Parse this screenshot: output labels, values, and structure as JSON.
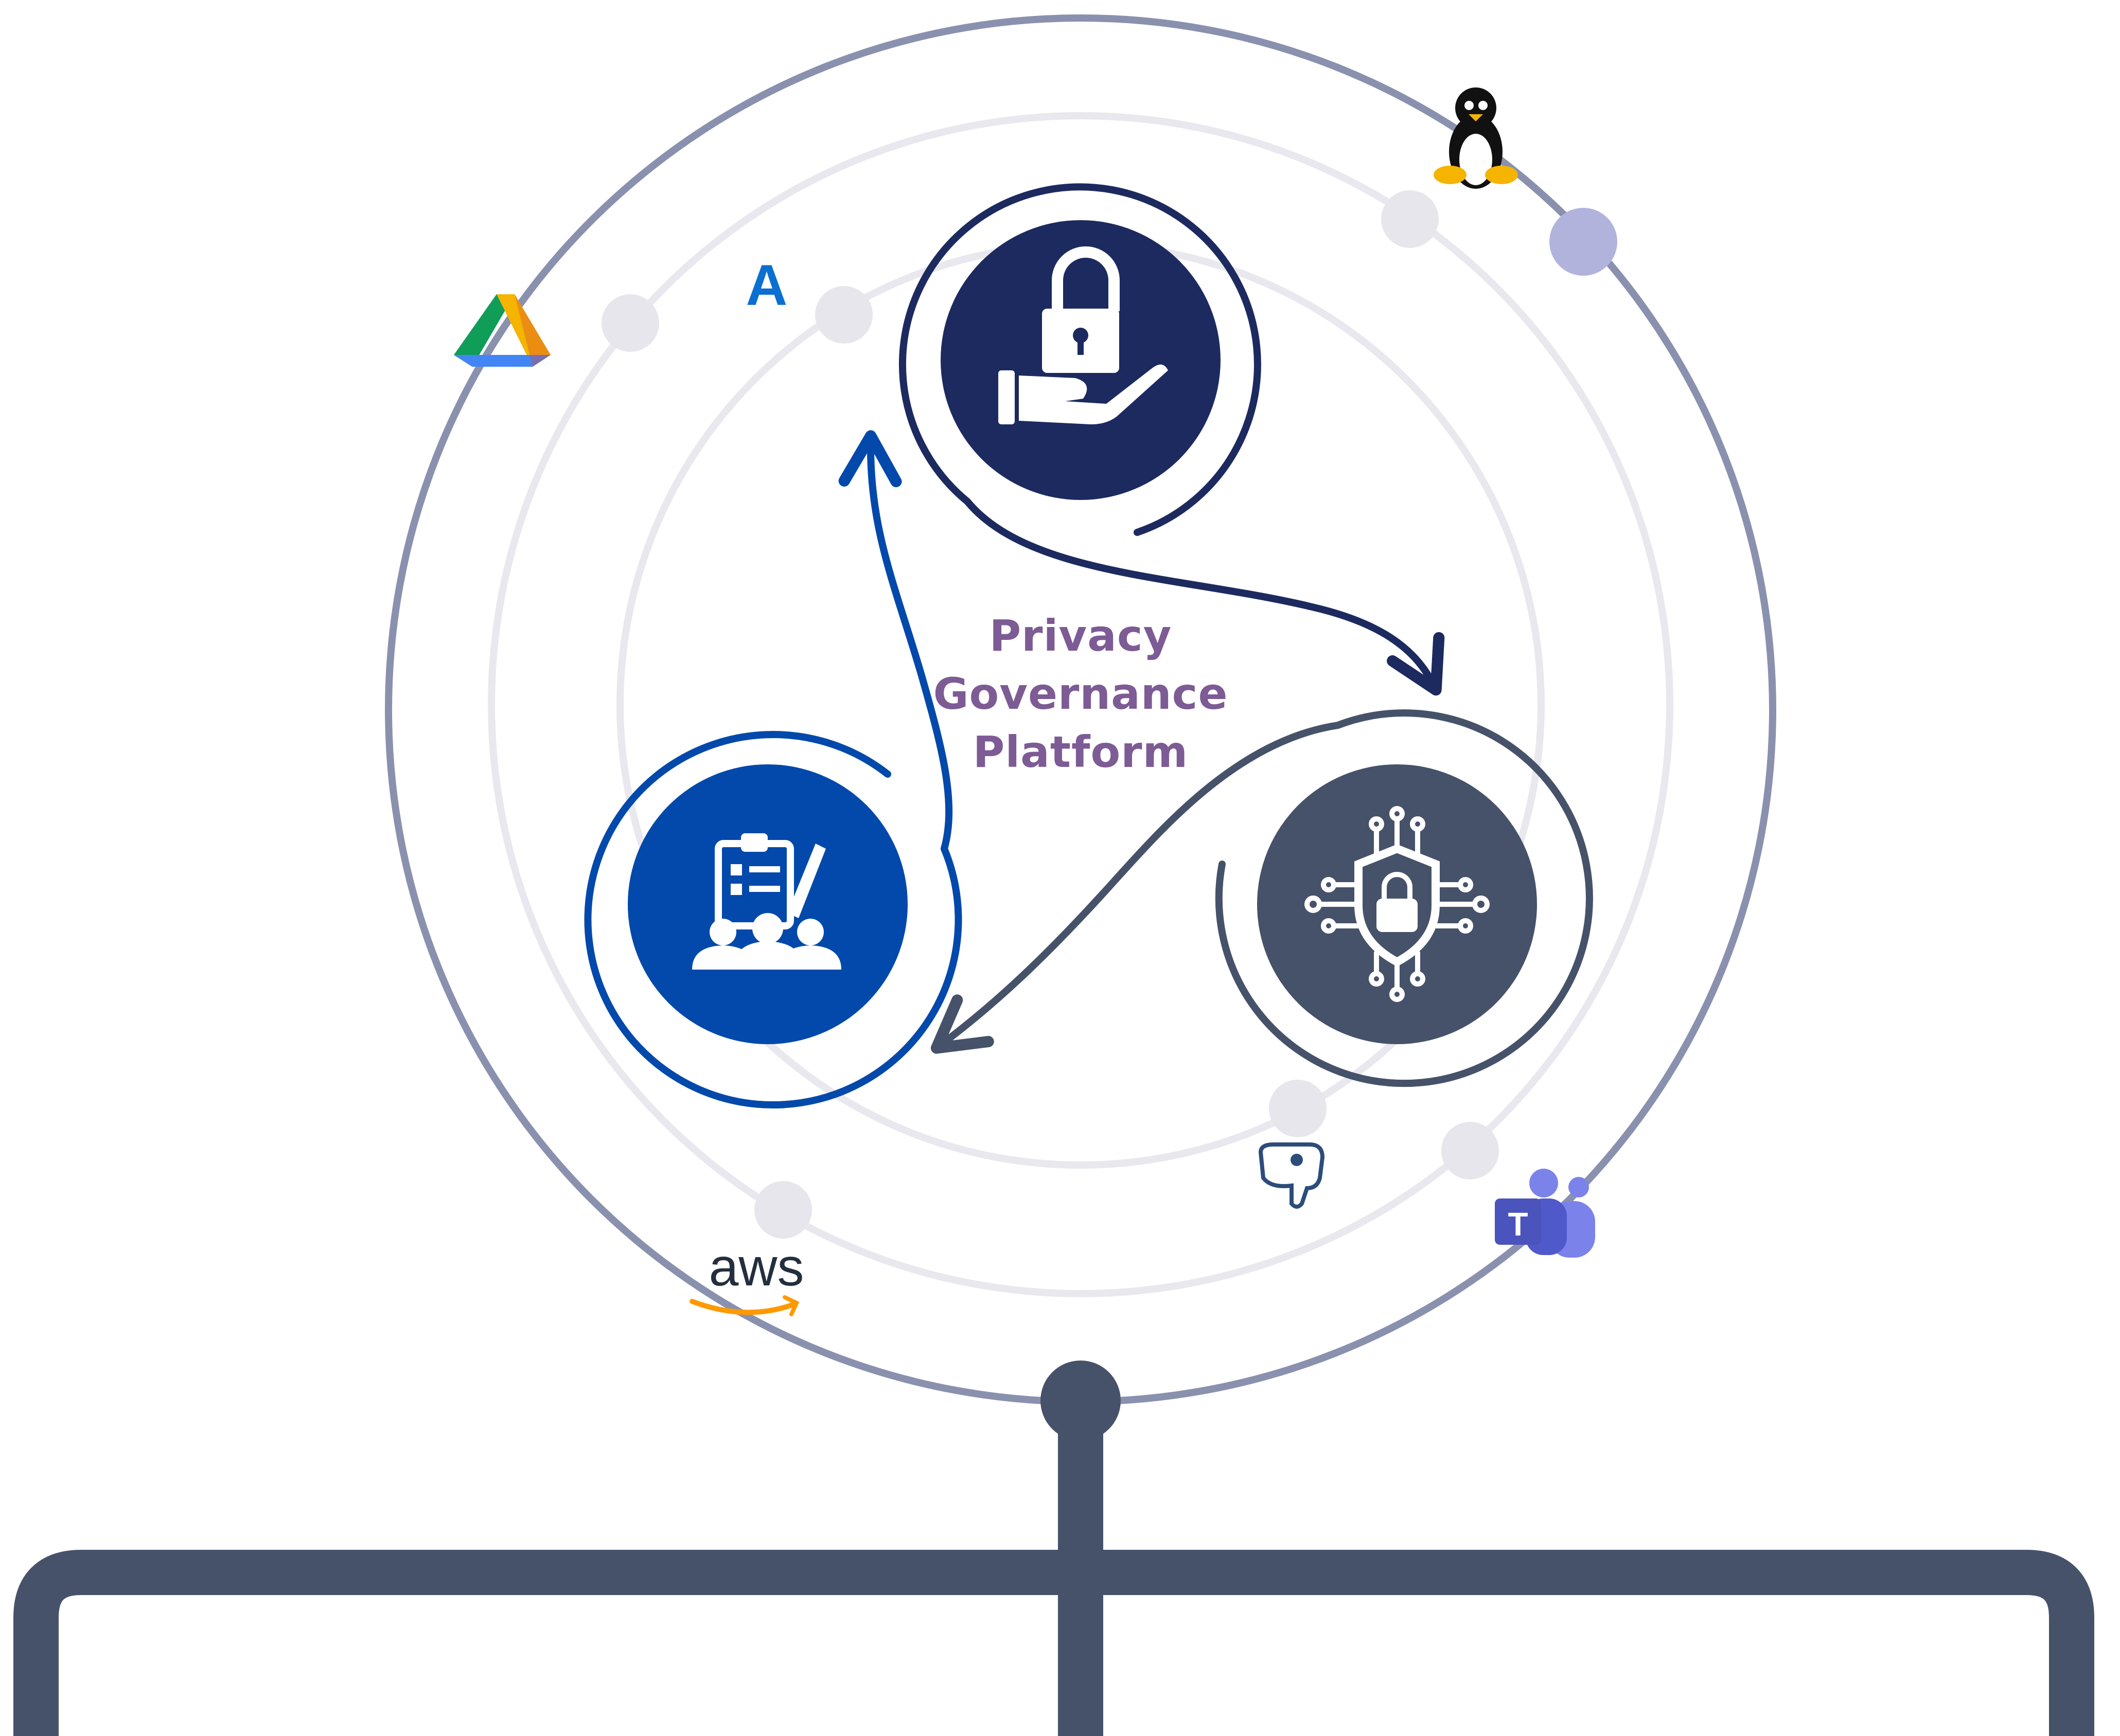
{
  "title": {
    "line1": "Privacy",
    "line2": "Governance",
    "line3": "Platform"
  },
  "logos": {
    "aws": "aws",
    "azure": "A",
    "teams": "T"
  },
  "colors": {
    "outer_ring": "#8a91ae",
    "inner_rings": "#e8e8ee",
    "node_dot": "#e6e6ec",
    "accent_dot": "#b1b3dc",
    "top_circle": "#1c2a5f",
    "left_circle": "#0249ab",
    "right_circle": "#465269",
    "connector": "#465269",
    "title_text": "#7d5b94"
  },
  "icons": {
    "top": "lock-in-hand-icon",
    "left": "team-checklist-icon",
    "right": "shield-lock-circuit-icon",
    "logos": [
      "google-drive-icon",
      "azure-icon",
      "linux-tux-icon",
      "postgresql-icon",
      "ms-teams-icon",
      "aws-icon"
    ]
  }
}
